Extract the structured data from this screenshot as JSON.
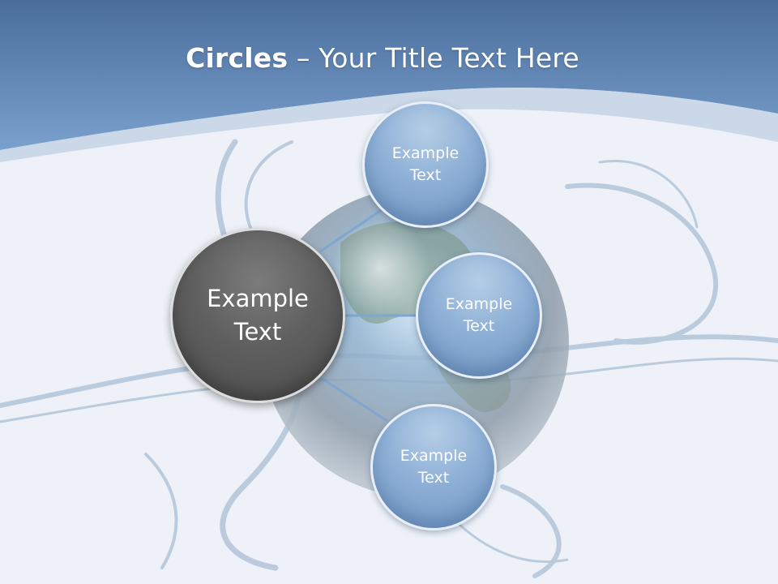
{
  "slide": {
    "title_bold": "Circles",
    "title_rest": " – Your Title Text Here"
  },
  "center_circle": {
    "label": "Example Text"
  },
  "satellites": [
    {
      "label": "Example Text"
    },
    {
      "label": "Example Text"
    },
    {
      "label": "Example Text"
    }
  ],
  "colors": {
    "header_top": "#4a6f9e",
    "header_bottom": "#7fa3cf",
    "center_fill": "#5f5f5f",
    "satellite_fill": "#8eb0d6",
    "connector": "#7fa6cf"
  }
}
